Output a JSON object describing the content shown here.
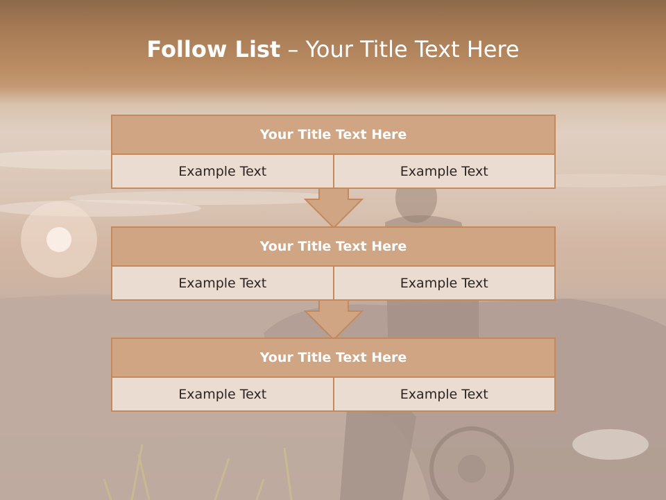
{
  "title": {
    "bold": "Follow List",
    "rest": " – Your Title Text Here"
  },
  "blocks": [
    {
      "heading": "Your Title Text Here",
      "cells": [
        "Example Text",
        "Example Text"
      ]
    },
    {
      "heading": "Your Title Text Here",
      "cells": [
        "Example Text",
        "Example Text"
      ]
    },
    {
      "heading": "Your Title Text Here",
      "cells": [
        "Example Text",
        "Example Text"
      ]
    }
  ],
  "colors": {
    "header_fill": "#cfa583",
    "cell_fill": "#ebdcd2",
    "border": "#c3895c",
    "arrow_fill": "#cfa583"
  }
}
